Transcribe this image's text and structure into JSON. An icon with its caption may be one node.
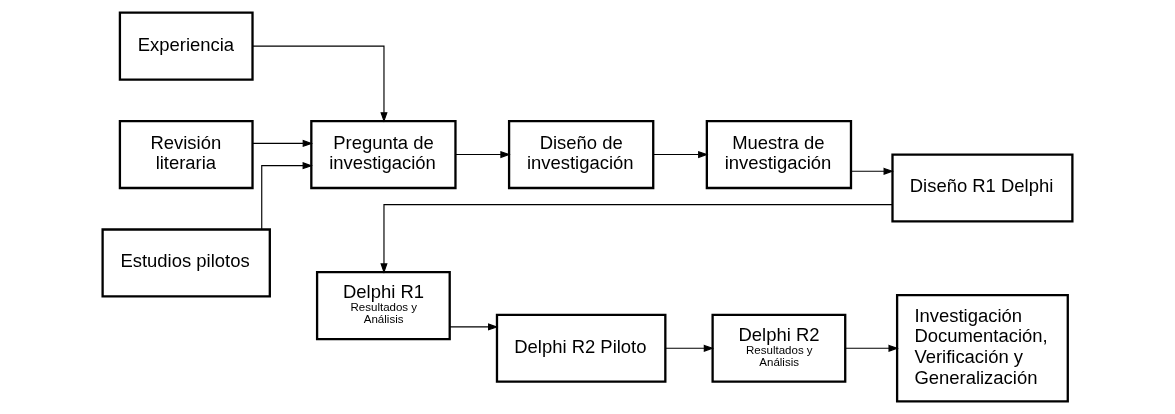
{
  "diagram": {
    "nodes": [
      {
        "text": [
          "Experiencia"
        ]
      },
      {
        "text": [
          "Revisión literaria"
        ]
      },
      {
        "text": [
          "Estudios pilotos"
        ]
      },
      {
        "text": [
          "Pregunta de investigación"
        ]
      },
      {
        "text": [
          "Diseño de investigación"
        ]
      },
      {
        "text": [
          "Muestra de investigación"
        ]
      },
      {
        "text": [
          "Diseño R1 Delphi"
        ]
      },
      {
        "text": [
          "Delphi R1",
          "Resultados y Análisis"
        ]
      },
      {
        "text": [
          "Delphi R2 Piloto"
        ]
      },
      {
        "text": [
          "Delphi R2",
          "Resultados y Análisis"
        ]
      },
      {
        "text": [
          "Investigación Documentación, Verificación y Generalización"
        ]
      }
    ],
    "edges": [
      {
        "from": 0,
        "to": 3,
        "arrow": "to"
      },
      {
        "from": 1,
        "to": 3,
        "arrow": "to"
      },
      {
        "from": 2,
        "to": 3,
        "arrow": "to"
      },
      {
        "from": 3,
        "to": 4,
        "arrow": "to"
      },
      {
        "from": 4,
        "to": 5,
        "arrow": "to"
      },
      {
        "from": 5,
        "to": 6,
        "arrow": "to"
      },
      {
        "from": 6,
        "to": 7,
        "arrow": "to"
      },
      {
        "from": 7,
        "to": 8,
        "arrow": "to"
      },
      {
        "from": 8,
        "to": 9,
        "arrow": "to"
      },
      {
        "from": 9,
        "to": 10,
        "arrow": "to"
      }
    ]
  }
}
